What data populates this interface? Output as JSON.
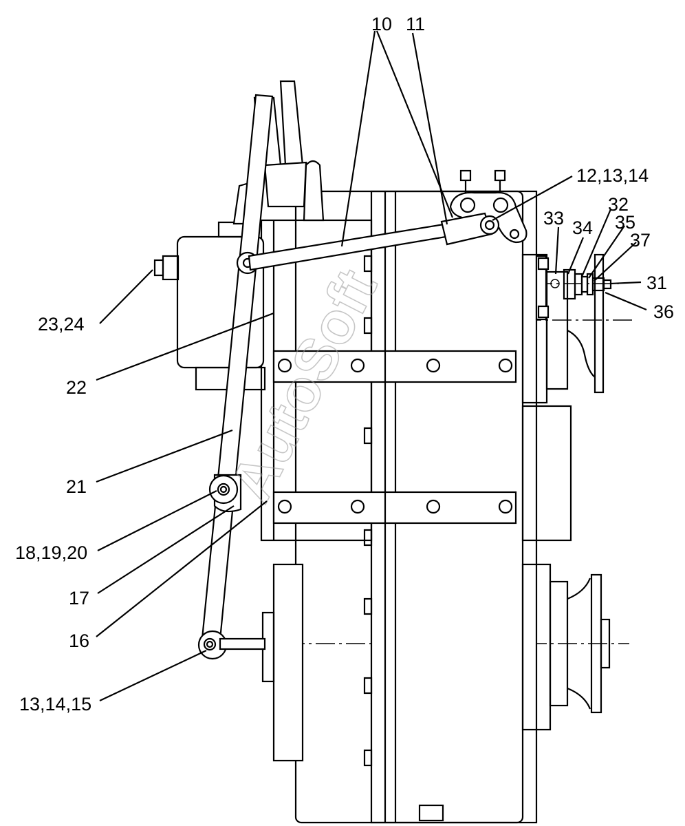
{
  "watermark": "AutoSoft",
  "callouts": [
    "10",
    "11",
    "12,13,14",
    "33",
    "34",
    "32",
    "35",
    "37",
    "31",
    "36",
    "23,24",
    "22",
    "21",
    "18,19,20",
    "17",
    "16",
    "13,14,15"
  ],
  "colors": {
    "line": "#000000",
    "background": "#ffffff",
    "watermark": "#999999"
  }
}
